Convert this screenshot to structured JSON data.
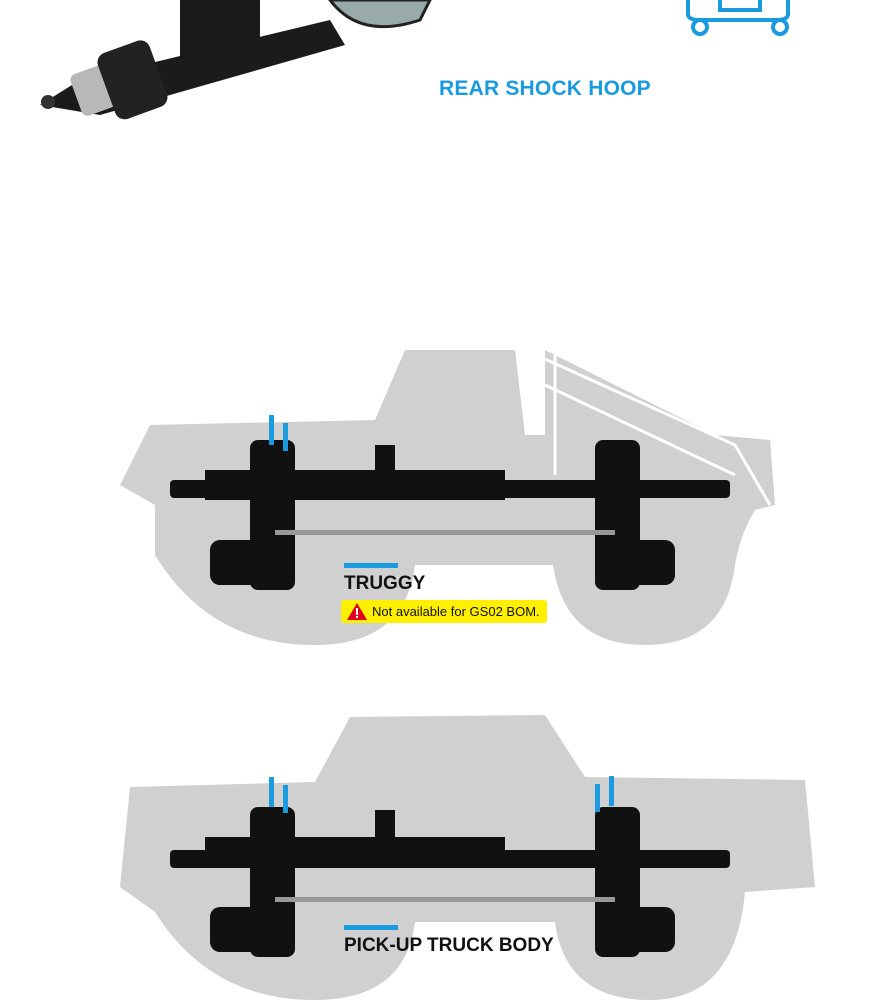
{
  "top_section": {
    "label": "REAR SHOCK HOOP"
  },
  "variants": [
    {
      "title": "TRUGGY",
      "warning": {
        "icon": "warning-triangle-icon",
        "text": "Not available for GS02 BOM."
      }
    },
    {
      "title": "PICK-UP TRUCK BODY"
    }
  ],
  "colors": {
    "accent": "#1a9be0",
    "warning_bg": "#ffef00",
    "warning_icon": "#e0001b",
    "body_silhouette": "#d0d0d0",
    "chassis": "#111111"
  }
}
